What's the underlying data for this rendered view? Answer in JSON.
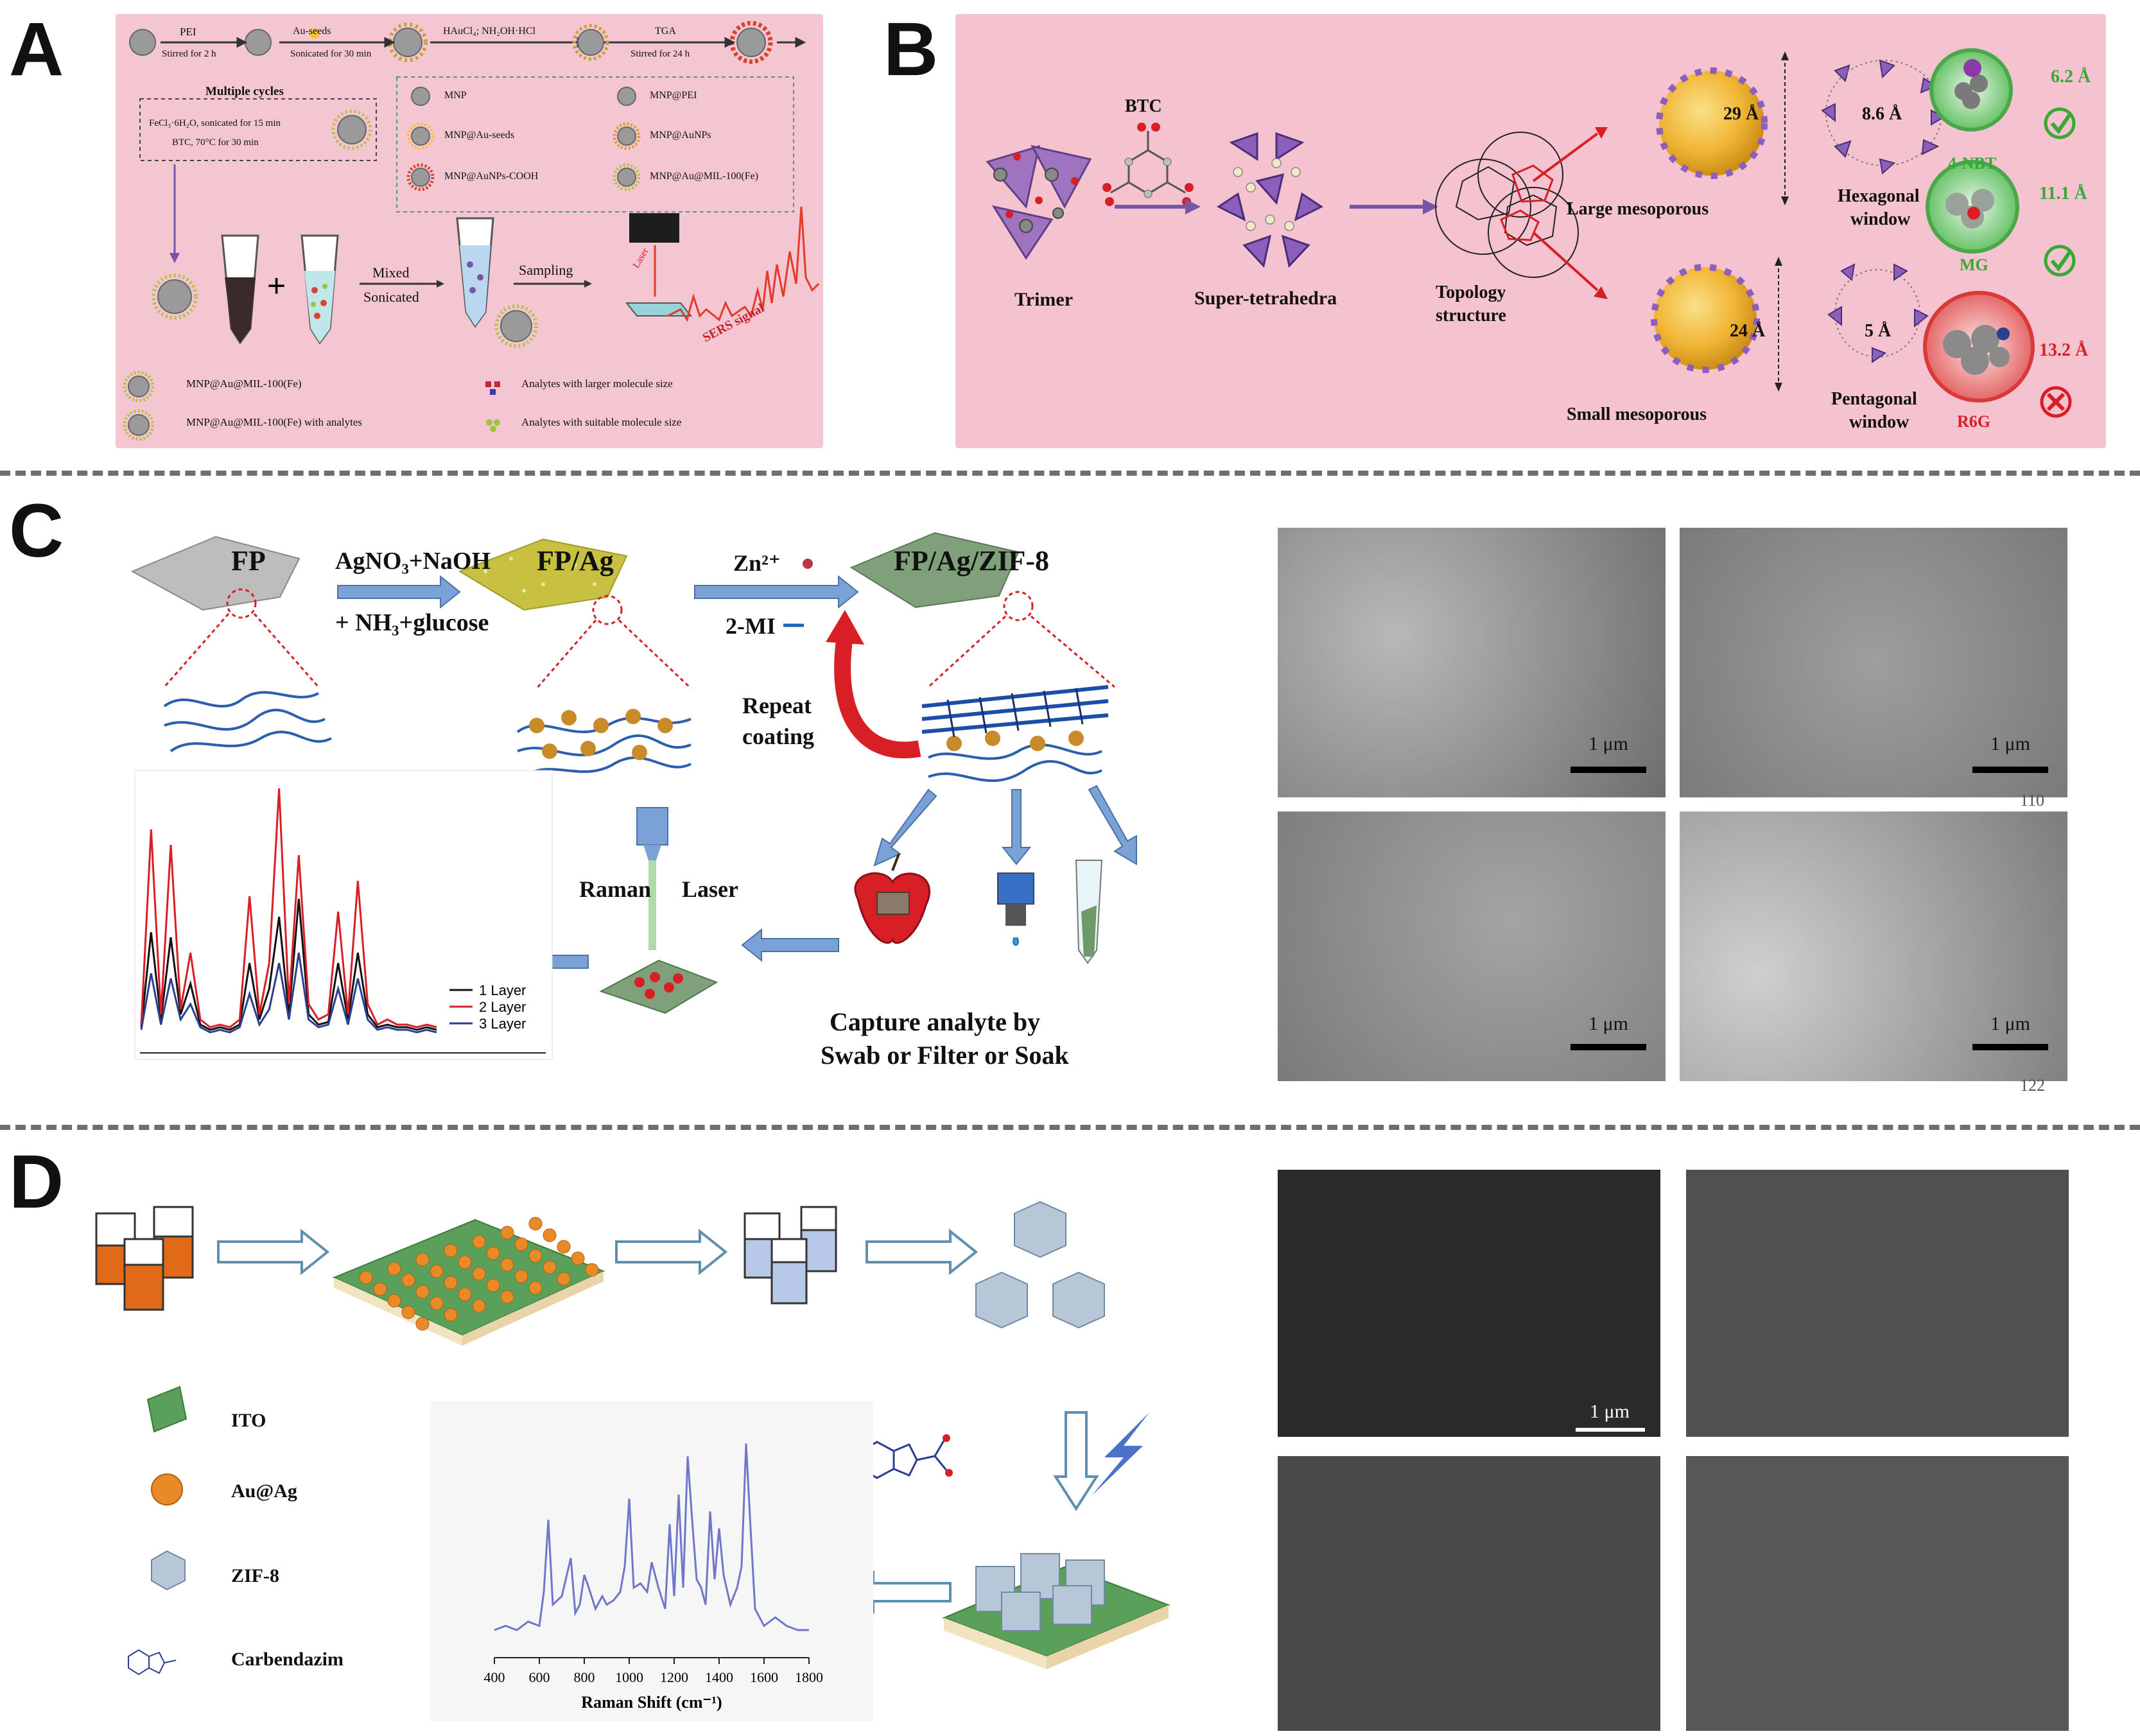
{
  "panels": {
    "A": {
      "label": "A",
      "steps": [
        "PEI",
        "Stirred for 2 h",
        "Au-seeds",
        "Sonicated for 30 min",
        "HAuCl₄; NH₂OH·HCl",
        "TGA",
        "Stirred for 24 h"
      ],
      "cycles_title": "Multiple cycles",
      "cycles_line1": "FeCl₃·6H₂O, sonicated for 15 min",
      "cycles_line2": "BTC, 70°C for 30 min",
      "legend_inner": [
        "MNP",
        "MNP@PEI",
        "MNP@Au-seeds",
        "MNP@AuNPs",
        "MNP@AuNPs-COOH",
        "MNP@Au@MIL-100(Fe)"
      ],
      "mixed": "Mixed",
      "sonicated": "Sonicated",
      "sampling": "Sampling",
      "laser": "Laser",
      "sers": "SERS signal",
      "legend_bottom": [
        "MNP@Au@MIL-100(Fe)",
        "MNP@Au@MIL-100(Fe) with analytes",
        "Analytes with larger molecule size",
        "Analytes with suitable molecule size"
      ]
    },
    "B": {
      "label": "B",
      "btc": "BTC",
      "trimer": "Trimer",
      "super": "Super-tetrahedra",
      "topology1": "Topology",
      "topology2": "structure",
      "large": "Large mesoporous",
      "small": "Small mesoporous",
      "d29": "29 Å",
      "d24": "24 Å",
      "w86": "8.6 Å",
      "w5": "5 Å",
      "hex1": "Hexagonal",
      "hex2": "window",
      "pent1": "Pentagonal",
      "pent2": "window",
      "nbt": "4-NBT",
      "mg": "MG",
      "r6g": "R6G",
      "s62": "6.2 Å",
      "s111": "11.1 Å",
      "s132": "13.2 Å"
    },
    "C": {
      "label": "C",
      "fp": "FP",
      "fpag": "FP/Ag",
      "fpagzif": "FP/Ag/ZIF-8",
      "agno3": "AgNO₃+NaOH",
      "nh3": "+ NH₃+glucose",
      "zn": "Zn²⁺",
      "mi": "2-MI",
      "repeat": "Repeat",
      "coating": "coating",
      "raman": "Raman",
      "laser": "Laser",
      "capture1": "Capture analyte  by",
      "capture2": "Swab  or  Filter  or  Soak",
      "legend": [
        "1 Layer",
        "2 Layer",
        "3 Layer"
      ],
      "scale": "1 μm",
      "corner1": "110",
      "corner2": "122"
    },
    "D": {
      "label": "D",
      "legend": [
        "ITO",
        "Au@Ag",
        "ZIF-8",
        "Carbendazim"
      ],
      "xlabel": "Raman Shift (cm⁻¹)",
      "scale": "1 μm"
    }
  },
  "chart_data": [
    {
      "type": "line",
      "title": "",
      "xlabel": "Raman Shift (cm⁻¹)",
      "ylabel": "",
      "xlim": [
        400,
        1800
      ],
      "xticks": [
        400,
        600,
        800,
        1000,
        1200,
        1400,
        1600,
        1800
      ],
      "series": [
        {
          "x": [
            400,
            450,
            500,
            550,
            600,
            620,
            640,
            660,
            700,
            740,
            760,
            780,
            800,
            820,
            850,
            880,
            900,
            930,
            960,
            980,
            1000,
            1020,
            1050,
            1080,
            1100,
            1130,
            1160,
            1180,
            1200,
            1220,
            1240,
            1260,
            1280,
            1300,
            1320,
            1340,
            1360,
            1380,
            1400,
            1420,
            1450,
            1480,
            1500,
            1520,
            1540,
            1560,
            1600,
            1650,
            1700,
            1750,
            1800
          ],
          "y": [
            0.1,
            0.12,
            0.1,
            0.14,
            0.12,
            0.28,
            0.62,
            0.22,
            0.26,
            0.44,
            0.18,
            0.22,
            0.36,
            0.3,
            0.2,
            0.26,
            0.22,
            0.24,
            0.28,
            0.4,
            0.72,
            0.3,
            0.32,
            0.28,
            0.42,
            0.3,
            0.2,
            0.6,
            0.26,
            0.74,
            0.3,
            0.92,
            0.62,
            0.34,
            0.3,
            0.22,
            0.66,
            0.34,
            0.58,
            0.36,
            0.22,
            0.3,
            0.4,
            0.98,
            0.58,
            0.2,
            0.12,
            0.16,
            0.12,
            0.1,
            0.1
          ]
        }
      ]
    },
    {
      "type": "line",
      "title": "",
      "xlabel": "",
      "ylabel": "",
      "legend": [
        "1 Layer",
        "2 Layer",
        "3 Layer"
      ],
      "series": [
        {
          "name": "1 Layer",
          "x": [
            0,
            1,
            2,
            3,
            4,
            5,
            6,
            7,
            8,
            9,
            10,
            11,
            12,
            13,
            14,
            15,
            16,
            17,
            18,
            19,
            20,
            21,
            22,
            23,
            24,
            25,
            26,
            27,
            28,
            29,
            30
          ],
          "y": [
            0.05,
            0.42,
            0.08,
            0.4,
            0.1,
            0.22,
            0.06,
            0.04,
            0.05,
            0.04,
            0.06,
            0.3,
            0.08,
            0.2,
            0.48,
            0.1,
            0.55,
            0.1,
            0.06,
            0.07,
            0.3,
            0.08,
            0.34,
            0.1,
            0.05,
            0.06,
            0.05,
            0.05,
            0.04,
            0.05,
            0.04
          ]
        },
        {
          "name": "2 Layer",
          "x": [
            0,
            1,
            2,
            3,
            4,
            5,
            6,
            7,
            8,
            9,
            10,
            11,
            12,
            13,
            14,
            15,
            16,
            17,
            18,
            19,
            20,
            21,
            22,
            23,
            24,
            25,
            26,
            27,
            28,
            29,
            30
          ],
          "y": [
            0.06,
            0.82,
            0.1,
            0.76,
            0.12,
            0.34,
            0.08,
            0.05,
            0.06,
            0.05,
            0.08,
            0.56,
            0.1,
            0.3,
            0.98,
            0.14,
            0.72,
            0.14,
            0.08,
            0.1,
            0.5,
            0.1,
            0.62,
            0.14,
            0.06,
            0.08,
            0.06,
            0.06,
            0.05,
            0.06,
            0.05
          ]
        },
        {
          "name": "3 Layer",
          "x": [
            0,
            1,
            2,
            3,
            4,
            5,
            6,
            7,
            8,
            9,
            10,
            11,
            12,
            13,
            14,
            15,
            16,
            17,
            18,
            19,
            20,
            21,
            22,
            23,
            24,
            25,
            26,
            27,
            28,
            29,
            30
          ],
          "y": [
            0.04,
            0.26,
            0.06,
            0.24,
            0.08,
            0.14,
            0.05,
            0.03,
            0.04,
            0.03,
            0.05,
            0.18,
            0.06,
            0.12,
            0.3,
            0.08,
            0.34,
            0.08,
            0.05,
            0.06,
            0.2,
            0.06,
            0.24,
            0.08,
            0.04,
            0.05,
            0.04,
            0.04,
            0.03,
            0.04,
            0.03
          ]
        }
      ]
    }
  ],
  "colors": {
    "panelA_bg": "#f4c6d2",
    "panelB_bg": "#f5c2cf",
    "arrow_blue": "#7aa2d6",
    "red": "#d81f26",
    "green": "#39a935",
    "navy": "#2a3f92"
  }
}
